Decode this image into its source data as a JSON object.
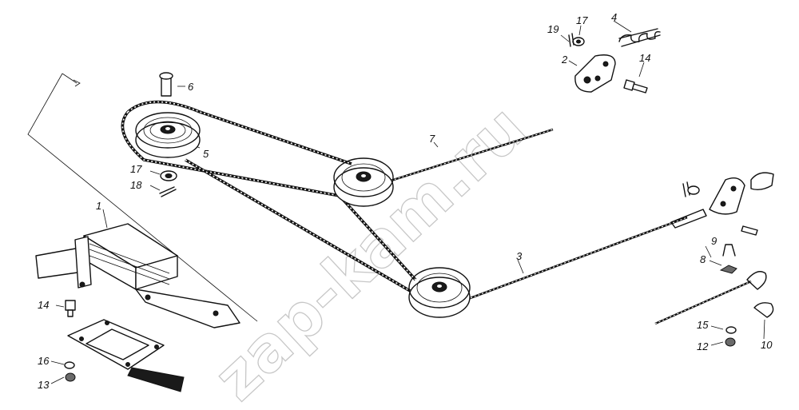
{
  "watermark": "zap-kam.ru",
  "callouts": [
    {
      "id": "c1",
      "text": "1"
    },
    {
      "id": "c2",
      "text": "2"
    },
    {
      "id": "c3",
      "text": "3"
    },
    {
      "id": "c4",
      "text": "4"
    },
    {
      "id": "c5",
      "text": "5"
    },
    {
      "id": "c6",
      "text": "6"
    },
    {
      "id": "c7",
      "text": "7"
    },
    {
      "id": "c8",
      "text": "8"
    },
    {
      "id": "c9",
      "text": "9"
    },
    {
      "id": "c10",
      "text": "10"
    },
    {
      "id": "c12",
      "text": "12"
    },
    {
      "id": "c13",
      "text": "13"
    },
    {
      "id": "c14a",
      "text": "14"
    },
    {
      "id": "c14b",
      "text": "14"
    },
    {
      "id": "c15",
      "text": "15"
    },
    {
      "id": "c16",
      "text": "16"
    },
    {
      "id": "c17a",
      "text": "17"
    },
    {
      "id": "c17b",
      "text": "17"
    },
    {
      "id": "c18",
      "text": "18"
    },
    {
      "id": "c19",
      "text": "19"
    }
  ]
}
